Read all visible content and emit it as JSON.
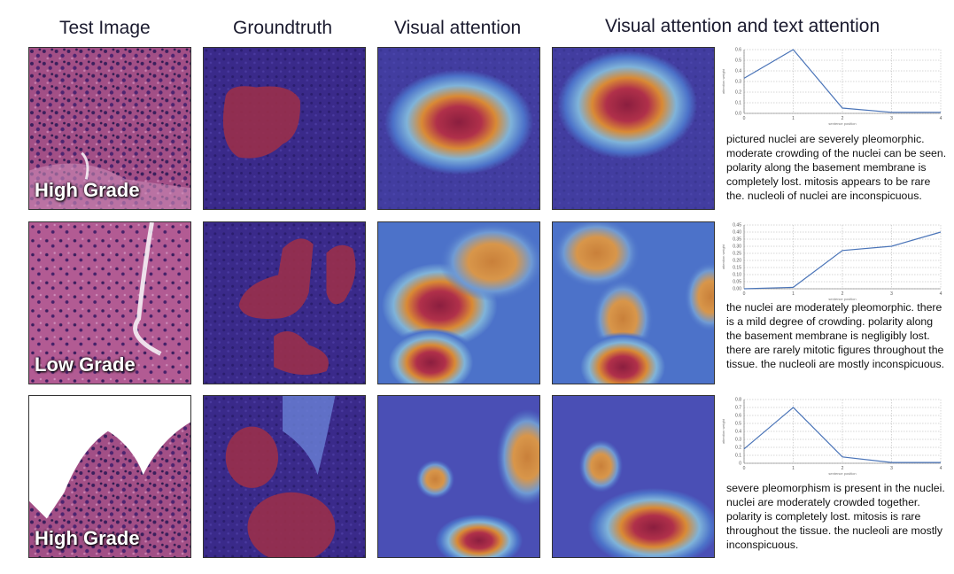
{
  "headers": {
    "test_image": "Test Image",
    "groundtruth": "Groundtruth",
    "visual_attention": "Visual attention",
    "visual_text_attention": "Visual attention and text attention"
  },
  "rows": [
    {
      "grade": "High Grade",
      "caption": "pictured nuclei are severely pleomorphic. moderate crowding of the nuclei can be seen. polarity along the basement membrane is completely lost.  mitosis appears to be rare the. nucleoli of nuclei are inconspicuous."
    },
    {
      "grade": "Low Grade",
      "caption": "the nuclei are moderately pleomorphic. there is a mild degree of crowding. polarity along the basement membrane is negligibly lost. there are rarely mitotic figures throughout the tissue. the nucleoli are mostly inconspicuous."
    },
    {
      "grade": "High Grade",
      "caption": "severe pleomorphism is present in the nuclei. nuclei are moderately crowded together. polarity is completely lost. mitosis is rare throughout the tissue. the nucleoli are mostly inconspicuous."
    }
  ],
  "chart_data": [
    {
      "type": "line",
      "x": [
        0,
        1,
        2,
        3,
        4
      ],
      "values": [
        0.33,
        0.6,
        0.05,
        0.01,
        0.01
      ],
      "ylim": [
        0,
        0.6
      ],
      "yticks": [
        "0.0",
        "0.1",
        "0.2",
        "0.3",
        "0.4",
        "0.5",
        "0.6"
      ],
      "xticks": [
        "0",
        "1",
        "2",
        "3",
        "4"
      ],
      "xlabel": "sentence position",
      "ylabel": "attention weight",
      "grid": true
    },
    {
      "type": "line",
      "x": [
        0,
        1,
        2,
        3,
        4
      ],
      "values": [
        0.0,
        0.01,
        0.27,
        0.3,
        0.4
      ],
      "ylim": [
        0,
        0.45
      ],
      "yticks": [
        "0.00",
        "0.05",
        "0.10",
        "0.15",
        "0.20",
        "0.25",
        "0.30",
        "0.35",
        "0.40",
        "0.45"
      ],
      "xticks": [
        "0",
        "1",
        "2",
        "3",
        "4"
      ],
      "xlabel": "sentence position",
      "ylabel": "attention weight",
      "grid": true
    },
    {
      "type": "line",
      "x": [
        0,
        1,
        2,
        3,
        4
      ],
      "values": [
        0.18,
        0.7,
        0.08,
        0.01,
        0.01
      ],
      "ylim": [
        0,
        0.8
      ],
      "yticks": [
        "0",
        "0.1",
        "0.2",
        "0.3",
        "0.4",
        "0.5",
        "0.6",
        "0.7",
        "0.8"
      ],
      "xticks": [
        "0",
        "1",
        "2",
        "3",
        "4"
      ],
      "xlabel": "sentence position",
      "ylabel": "attention weight",
      "grid": true
    }
  ]
}
